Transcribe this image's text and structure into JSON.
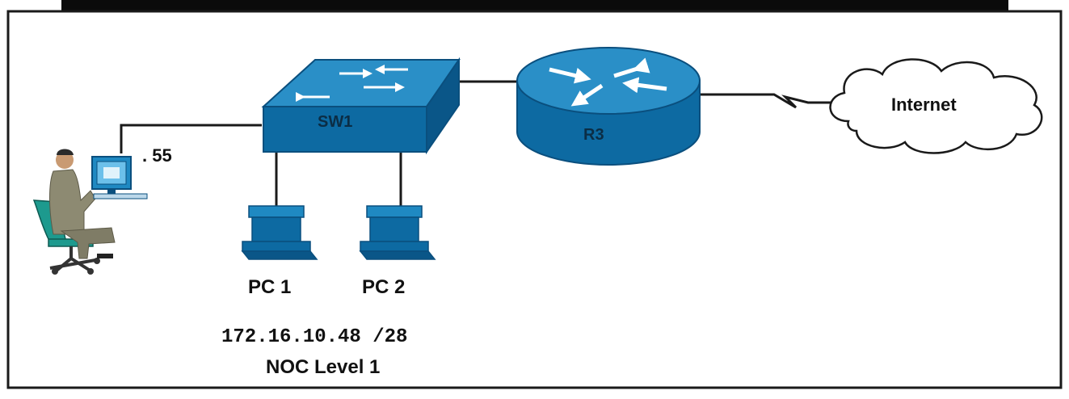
{
  "diagram": {
    "nodes": {
      "sw1": {
        "label": "SW1"
      },
      "r3": {
        "label": "R3"
      },
      "internet": {
        "label": "Internet"
      },
      "pc1": {
        "label": "PC 1"
      },
      "pc2": {
        "label": "PC 2"
      },
      "user": {
        "address_suffix": ". 55"
      }
    },
    "subnet": {
      "address": "172.16.10.48 /28",
      "name": "NOC Level 1"
    }
  },
  "colors": {
    "device_front": "#0d6aa2",
    "device_top": "#1f89c2",
    "device_dark": "#0a4f7e",
    "link": "#1a1a1a"
  }
}
